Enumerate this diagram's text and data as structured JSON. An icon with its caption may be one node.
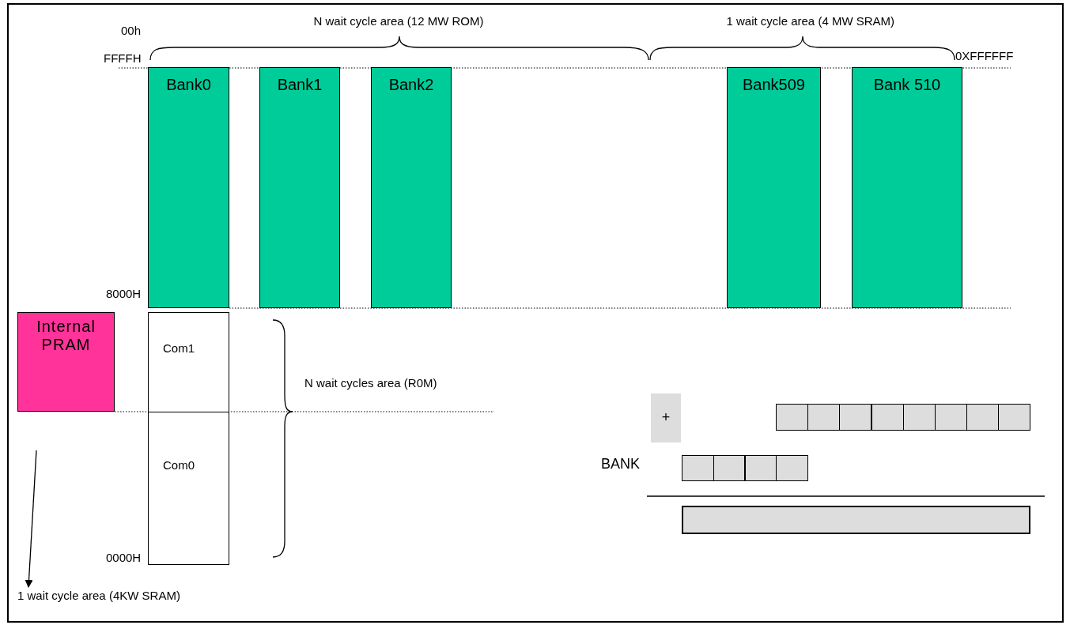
{
  "diagram": {
    "nodes": [
      {
        "text": [
          "Bank0"
        ]
      },
      {
        "text": [
          "Bank1"
        ]
      },
      {
        "text": [
          "Bank2"
        ]
      },
      {
        "text": [
          "Bank509"
        ]
      },
      {
        "text": [
          "Bank 510"
        ]
      },
      {
        "text": [
          "Internal PRAM"
        ]
      },
      {
        "text": [
          "Com1"
        ]
      },
      {
        "text": [
          "+"
        ]
      },
      {
        "text": [],
        "shape": "box"
      },
      {
        "text": [],
        "shape": "box"
      },
      {
        "text": [],
        "shape": "box"
      },
      {
        "text": [],
        "shape": "box"
      },
      {
        "text": [],
        "shape": "box"
      },
      {
        "text": [],
        "shape": "box"
      },
      {
        "text": [],
        "shape": "box"
      },
      {
        "text": [],
        "shape": "box"
      },
      {
        "text": [
          "Com0"
        ]
      },
      {
        "text": [],
        "shape": "box"
      },
      {
        "text": [],
        "shape": "box"
      },
      {
        "text": [],
        "shape": "box"
      },
      {
        "text": [],
        "shape": "box"
      },
      {
        "text": [],
        "shape": "bar"
      },
      {
        "text": [
          "1 wait cycle area (4KW SRAM)"
        ]
      }
    ],
    "edges": [
      {
        "from": null,
        "to": 22,
        "arrow": "to"
      }
    ],
    "labels": [
      "N wait cycle area (12 MW ROM)",
      "1 wait cycle area (4 MW SRAM)",
      "00h",
      "FFFFH",
      "0XFFFFFF",
      "8000H",
      "N wait cycles area (R0M)",
      "BANK",
      "0000H"
    ]
  }
}
